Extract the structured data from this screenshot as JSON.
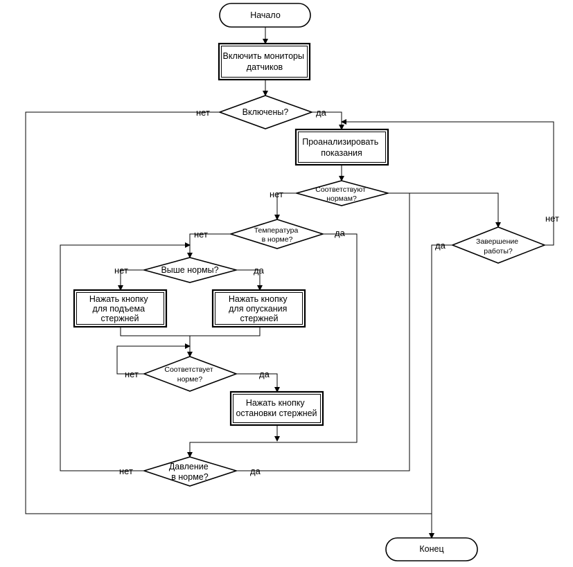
{
  "nodes": {
    "start": "Начало",
    "enable_monitors": [
      "Включить мониторы",
      "датчиков"
    ],
    "enabled_check": "Включены?",
    "analyze": [
      "Проанализировать",
      "показания"
    ],
    "norms_check": [
      "Соответствуют",
      "нормам?"
    ],
    "temp_check": [
      "Температура",
      "в норме?"
    ],
    "above_check": "Выше нормы?",
    "raise_rods": [
      "Нажать кнопку",
      "для подъема",
      "стержней"
    ],
    "lower_rods": [
      "Нажать кнопку",
      "для опускания",
      "стержней"
    ],
    "matches_check": [
      "Соответствует",
      "норме?"
    ],
    "stop_rods": [
      "Нажать кнопку",
      "остановки стержней"
    ],
    "pressure_check": [
      "Давление",
      "в норме?"
    ],
    "finish_check": [
      "Завершение",
      "работы?"
    ],
    "end": "Конец"
  },
  "labels": {
    "no": "нет",
    "yes": "да"
  }
}
